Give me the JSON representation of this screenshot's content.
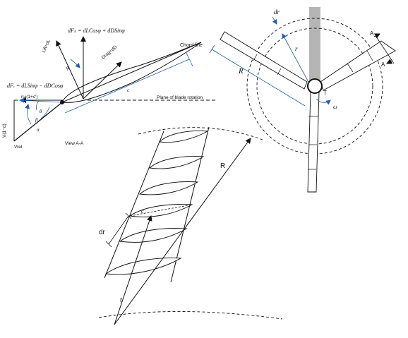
{
  "airfoil_view": {
    "dFn": "dFₙ = dLCosφ + dDSinφ",
    "dFt": "dFᵣ = dLSinφ − dDCosφ",
    "lift": "Lift=dL",
    "drag": "Drag=dD",
    "chord_line": "Chord line",
    "c": "c",
    "plane": "Plane of blade rotation",
    "omega_r": "rω(1+c')",
    "v1": "V(1−α)",
    "vrel": "Vrel",
    "phi": "φ",
    "theta": "θ",
    "beta": "β",
    "alpha": "α",
    "view": "View A-A"
  },
  "rotor_view": {
    "dr": "dr",
    "r": "r",
    "R": "R",
    "T": "T",
    "omega": "ω",
    "A_top": "A",
    "A_bottom": "A"
  },
  "blade_view": {
    "c": "c",
    "dr": "dr",
    "R": "R",
    "r": "r"
  }
}
